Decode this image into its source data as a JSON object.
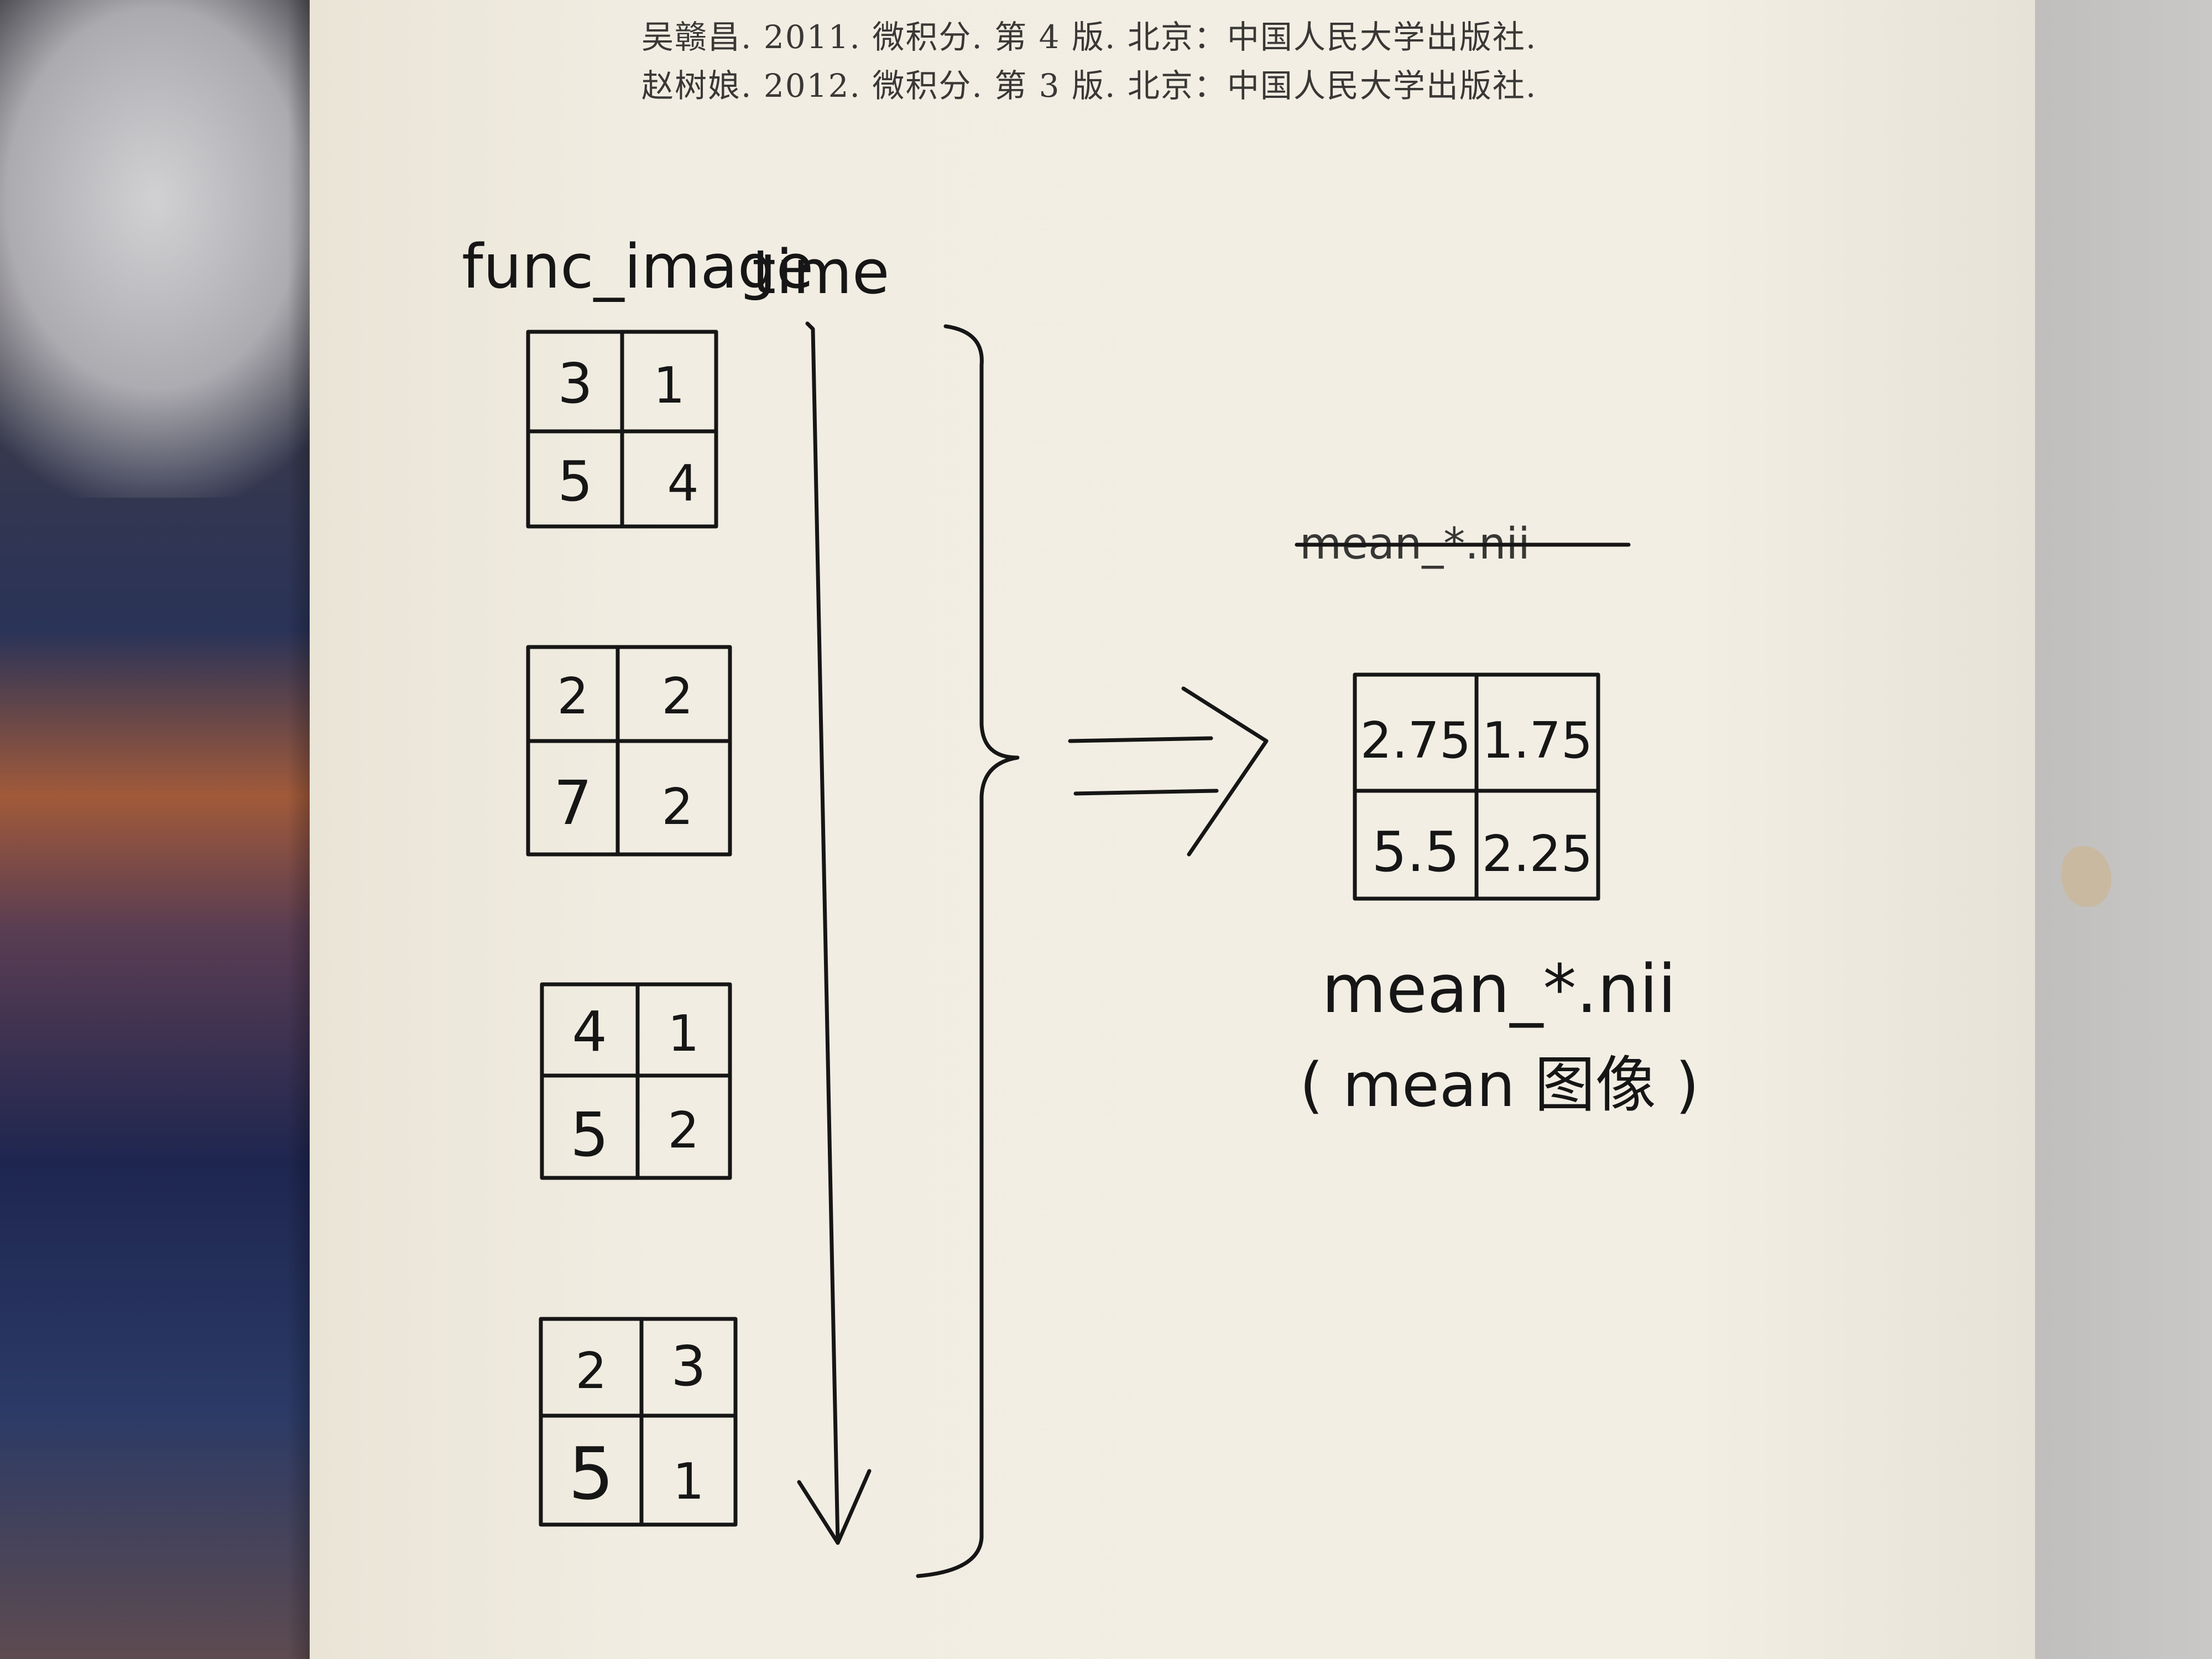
{
  "references": [
    "吴赣昌. 2011. 微积分. 第 4 版. 北京：中国人民大学出版社.",
    "赵树娘. 2012. 微积分. 第 3 版. 北京：中国人民大学出版社."
  ],
  "labels": {
    "func_image": "func_image",
    "time": "time",
    "struck_text": "mean_*.nii",
    "output_name": "mean_*.nii",
    "output_note": "( mean 图像 )"
  },
  "input_grids": [
    {
      "cells": [
        "3",
        "1",
        "5",
        "4"
      ]
    },
    {
      "cells": [
        "2",
        "2",
        "7",
        "2"
      ]
    },
    {
      "cells": [
        "4",
        "1",
        "5",
        "2"
      ]
    },
    {
      "cells": [
        "2",
        "3",
        "5",
        "1"
      ]
    }
  ],
  "output_grid": {
    "cells": [
      "2.75",
      "1.75",
      "5.5",
      "2.25"
    ]
  },
  "colors": {
    "ink": "#161616",
    "paper": "#f1ede2",
    "print": "#3a3836"
  }
}
